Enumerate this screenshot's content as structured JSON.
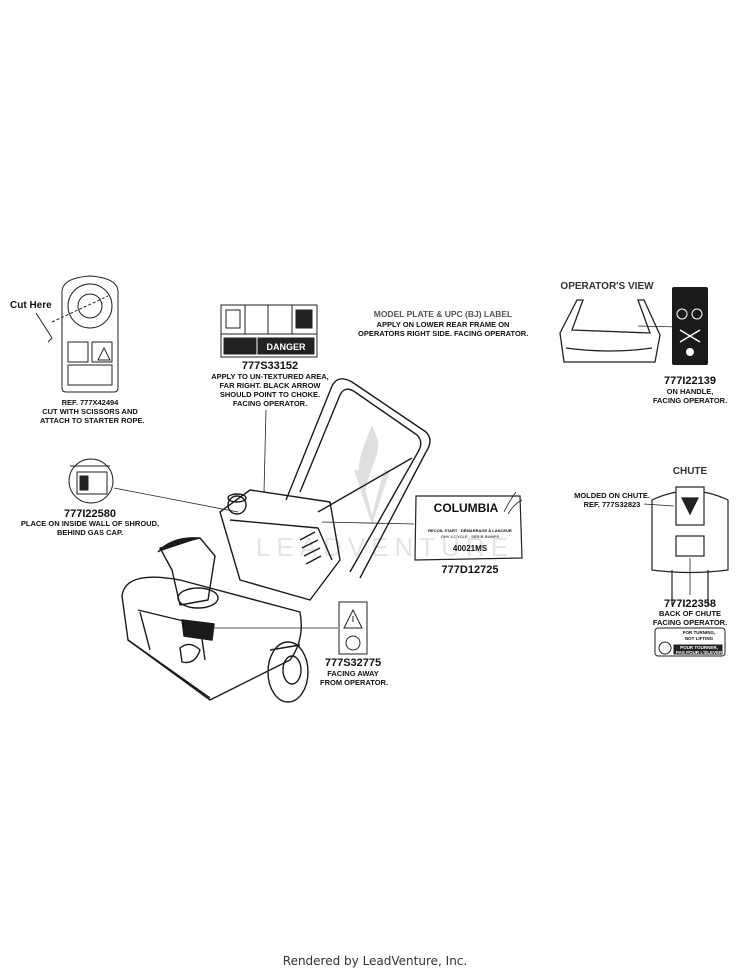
{
  "watermark": "LEADVENTURE",
  "cut_here": "Cut Here",
  "parts": [
    {
      "id": "777X42494",
      "ref": "REF. 777X42494",
      "note1": "CUT WITH SCISSORS AND",
      "note2": "ATTACH TO STARTER ROPE."
    },
    {
      "id": "777S33152",
      "note1": "APPLY TO UN-TEXTURED AREA,",
      "note2": "FAR RIGHT. BLACK ARROW",
      "note3": "SHOULD POINT TO CHOKE.",
      "note4": "FACING OPERATOR."
    },
    {
      "id": "777I22580",
      "note1": "PLACE ON INSIDE WALL OF SHROUD,",
      "note2": "BEHIND GAS CAP."
    },
    {
      "id": "777D12725"
    },
    {
      "id": "777S32775",
      "note1": "FACING AWAY",
      "note2": "FROM OPERATOR."
    },
    {
      "id": "777I22139",
      "note1": "ON HANDLE,",
      "note2": "FACING OPERATOR."
    },
    {
      "id": "777I22358",
      "note1": "BACK OF CHUTE",
      "note2": "FACING OPERATOR."
    }
  ],
  "model_plate": {
    "title": "MODEL PLATE & UPC (BJ) LABEL",
    "note1": "APPLY ON LOWER REAR FRAME ON",
    "note2": "OPERATORS RIGHT SIDE. FACING OPERATOR."
  },
  "operators_view": "OPERATOR'S VIEW",
  "chute": {
    "title": "CHUTE",
    "molded1": "MOLDED ON CHUTE.",
    "molded2": "REF. 777S32823"
  },
  "columbia_decal": {
    "brand": "COLUMBIA",
    "line1": "RECOIL START · DÉMARRAGE À LANCEUR",
    "line2": "OHV 4-CYCLE · SÉR.B-RUMPS",
    "model": "40021MS"
  },
  "danger_word": "DANGER",
  "mini_label": {
    "line1": "FOR TURNING,",
    "line2": "NOT LIFTING",
    "line3": "POUR TOURNER,",
    "line4": "PAS POUR L'ÉLEVER"
  },
  "footer": "Rendered by LeadVenture, Inc."
}
